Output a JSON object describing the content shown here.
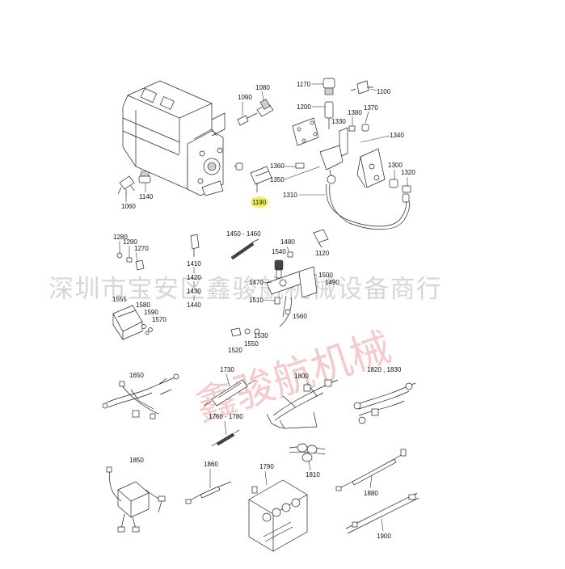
{
  "colors": {
    "line": "#222222",
    "highlight": "#f2f25a",
    "watermark_band": "#cfcfcf",
    "watermark_stamp": "#f0b8b8"
  },
  "watermark": {
    "band_text": "深圳市宝安区鑫骏航机械设备商行",
    "stamp_text": "鑫骏航机械"
  },
  "parts": {
    "p1060": "1060",
    "p1080": "1080",
    "p1090": "1090",
    "p1100": "1100",
    "p1120": "1120",
    "p1140": "1140",
    "p1170": "1170",
    "p1190": "1190",
    "p1200": "1200",
    "p1270": "1270",
    "p1280": "1280",
    "p1290": "1290",
    "p1300": "1300",
    "p1310": "1310",
    "p1320": "1320",
    "p1330": "1330",
    "p1340": "1340",
    "p1350": "1350",
    "p1360": "1360",
    "p1370": "1370",
    "p1380": "1380",
    "p1410": "1410",
    "p1420": "1420",
    "p1430": "1430",
    "p1440": "1440",
    "p1450_1460": "1450 - 1460",
    "p1470": "1470",
    "p1480": "1480",
    "p1490": "1490",
    "p1500": "1500",
    "p1510": "1510",
    "p1520": "1520",
    "p1530": "1530",
    "p1540": "1540",
    "p1550": "1550",
    "p1555": "1555",
    "p1560": "1560",
    "p1570": "1570",
    "p1580": "1580",
    "p1590": "1590",
    "p1650": "1650",
    "p1730": "1730",
    "p1760_1780": "1760 - 1780",
    "p1790": "1790",
    "p1800": "1800",
    "p1810": "1810",
    "p1820_1830": "1820 , 1830",
    "p1850": "1850",
    "p1860": "1860",
    "p1880": "1880",
    "p1900": "1900"
  },
  "highlighted_part": "1190"
}
